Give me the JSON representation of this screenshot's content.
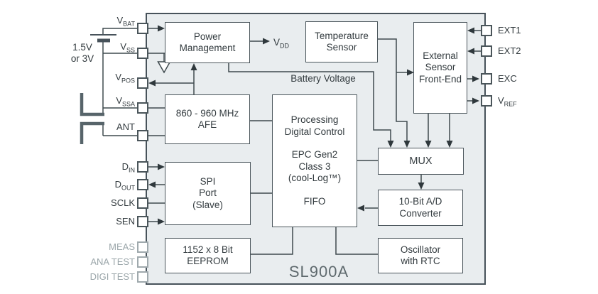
{
  "diagram": {
    "chip_name": "SL900A",
    "supply": {
      "line1": "1.5V",
      "line2": "or 3V"
    },
    "battery_voltage_label": "Battery Voltage",
    "vdd": {
      "base": "V",
      "sub": "DD"
    },
    "colors": {
      "chip_fill": "#e9edef",
      "line": "#3f4a4e",
      "text": "#333b3f",
      "muted_pin": "#9ba6aa"
    }
  },
  "blocks": {
    "power_management": {
      "l1": "Power",
      "l2": "Management"
    },
    "temperature_sensor": {
      "l1": "Temperature",
      "l2": "Sensor"
    },
    "external_sensor_front_end": {
      "l1": "External",
      "l2": "Sensor",
      "l3": "Front-End"
    },
    "afe": {
      "l1": "860 - 960 MHz",
      "l2": "AFE"
    },
    "processing": {
      "l1": "Processing",
      "l2": "Digital Control",
      "l3": "EPC Gen2",
      "l4": "Class 3",
      "l5": "(cool-Log™)",
      "l6": "FIFO"
    },
    "spi": {
      "l1": "SPI",
      "l2": "Port",
      "l3": "(Slave)"
    },
    "mux": {
      "l1": "MUX"
    },
    "adc": {
      "l1": "10-Bit A/D",
      "l2": "Converter"
    },
    "eeprom": {
      "l1": "1152 x 8 Bit",
      "l2": "EEPROM"
    },
    "oscillator": {
      "l1": "Oscillator",
      "l2": "with RTC"
    }
  },
  "pins": {
    "vbat": {
      "base": "V",
      "sub": "BAT"
    },
    "vss": {
      "base": "V",
      "sub": "SS"
    },
    "vpos": {
      "base": "V",
      "sub": "POS"
    },
    "vssa": {
      "base": "V",
      "sub": "SSA"
    },
    "ant": {
      "base": "ANT",
      "sub": ""
    },
    "din": {
      "base": "D",
      "sub": "IN"
    },
    "dout": {
      "base": "D",
      "sub": "OUT"
    },
    "sclk": {
      "base": "SCLK",
      "sub": ""
    },
    "sen": {
      "base": "SEN",
      "sub": ""
    },
    "meas": {
      "base": "MEAS",
      "sub": ""
    },
    "anatest": {
      "base": "ANA TEST",
      "sub": ""
    },
    "digitest": {
      "base": "DIGI TEST",
      "sub": ""
    },
    "ext1": {
      "base": "EXT1",
      "sub": ""
    },
    "ext2": {
      "base": "EXT2",
      "sub": ""
    },
    "exc": {
      "base": "EXC",
      "sub": ""
    },
    "vref": {
      "base": "V",
      "sub": "REF"
    }
  }
}
